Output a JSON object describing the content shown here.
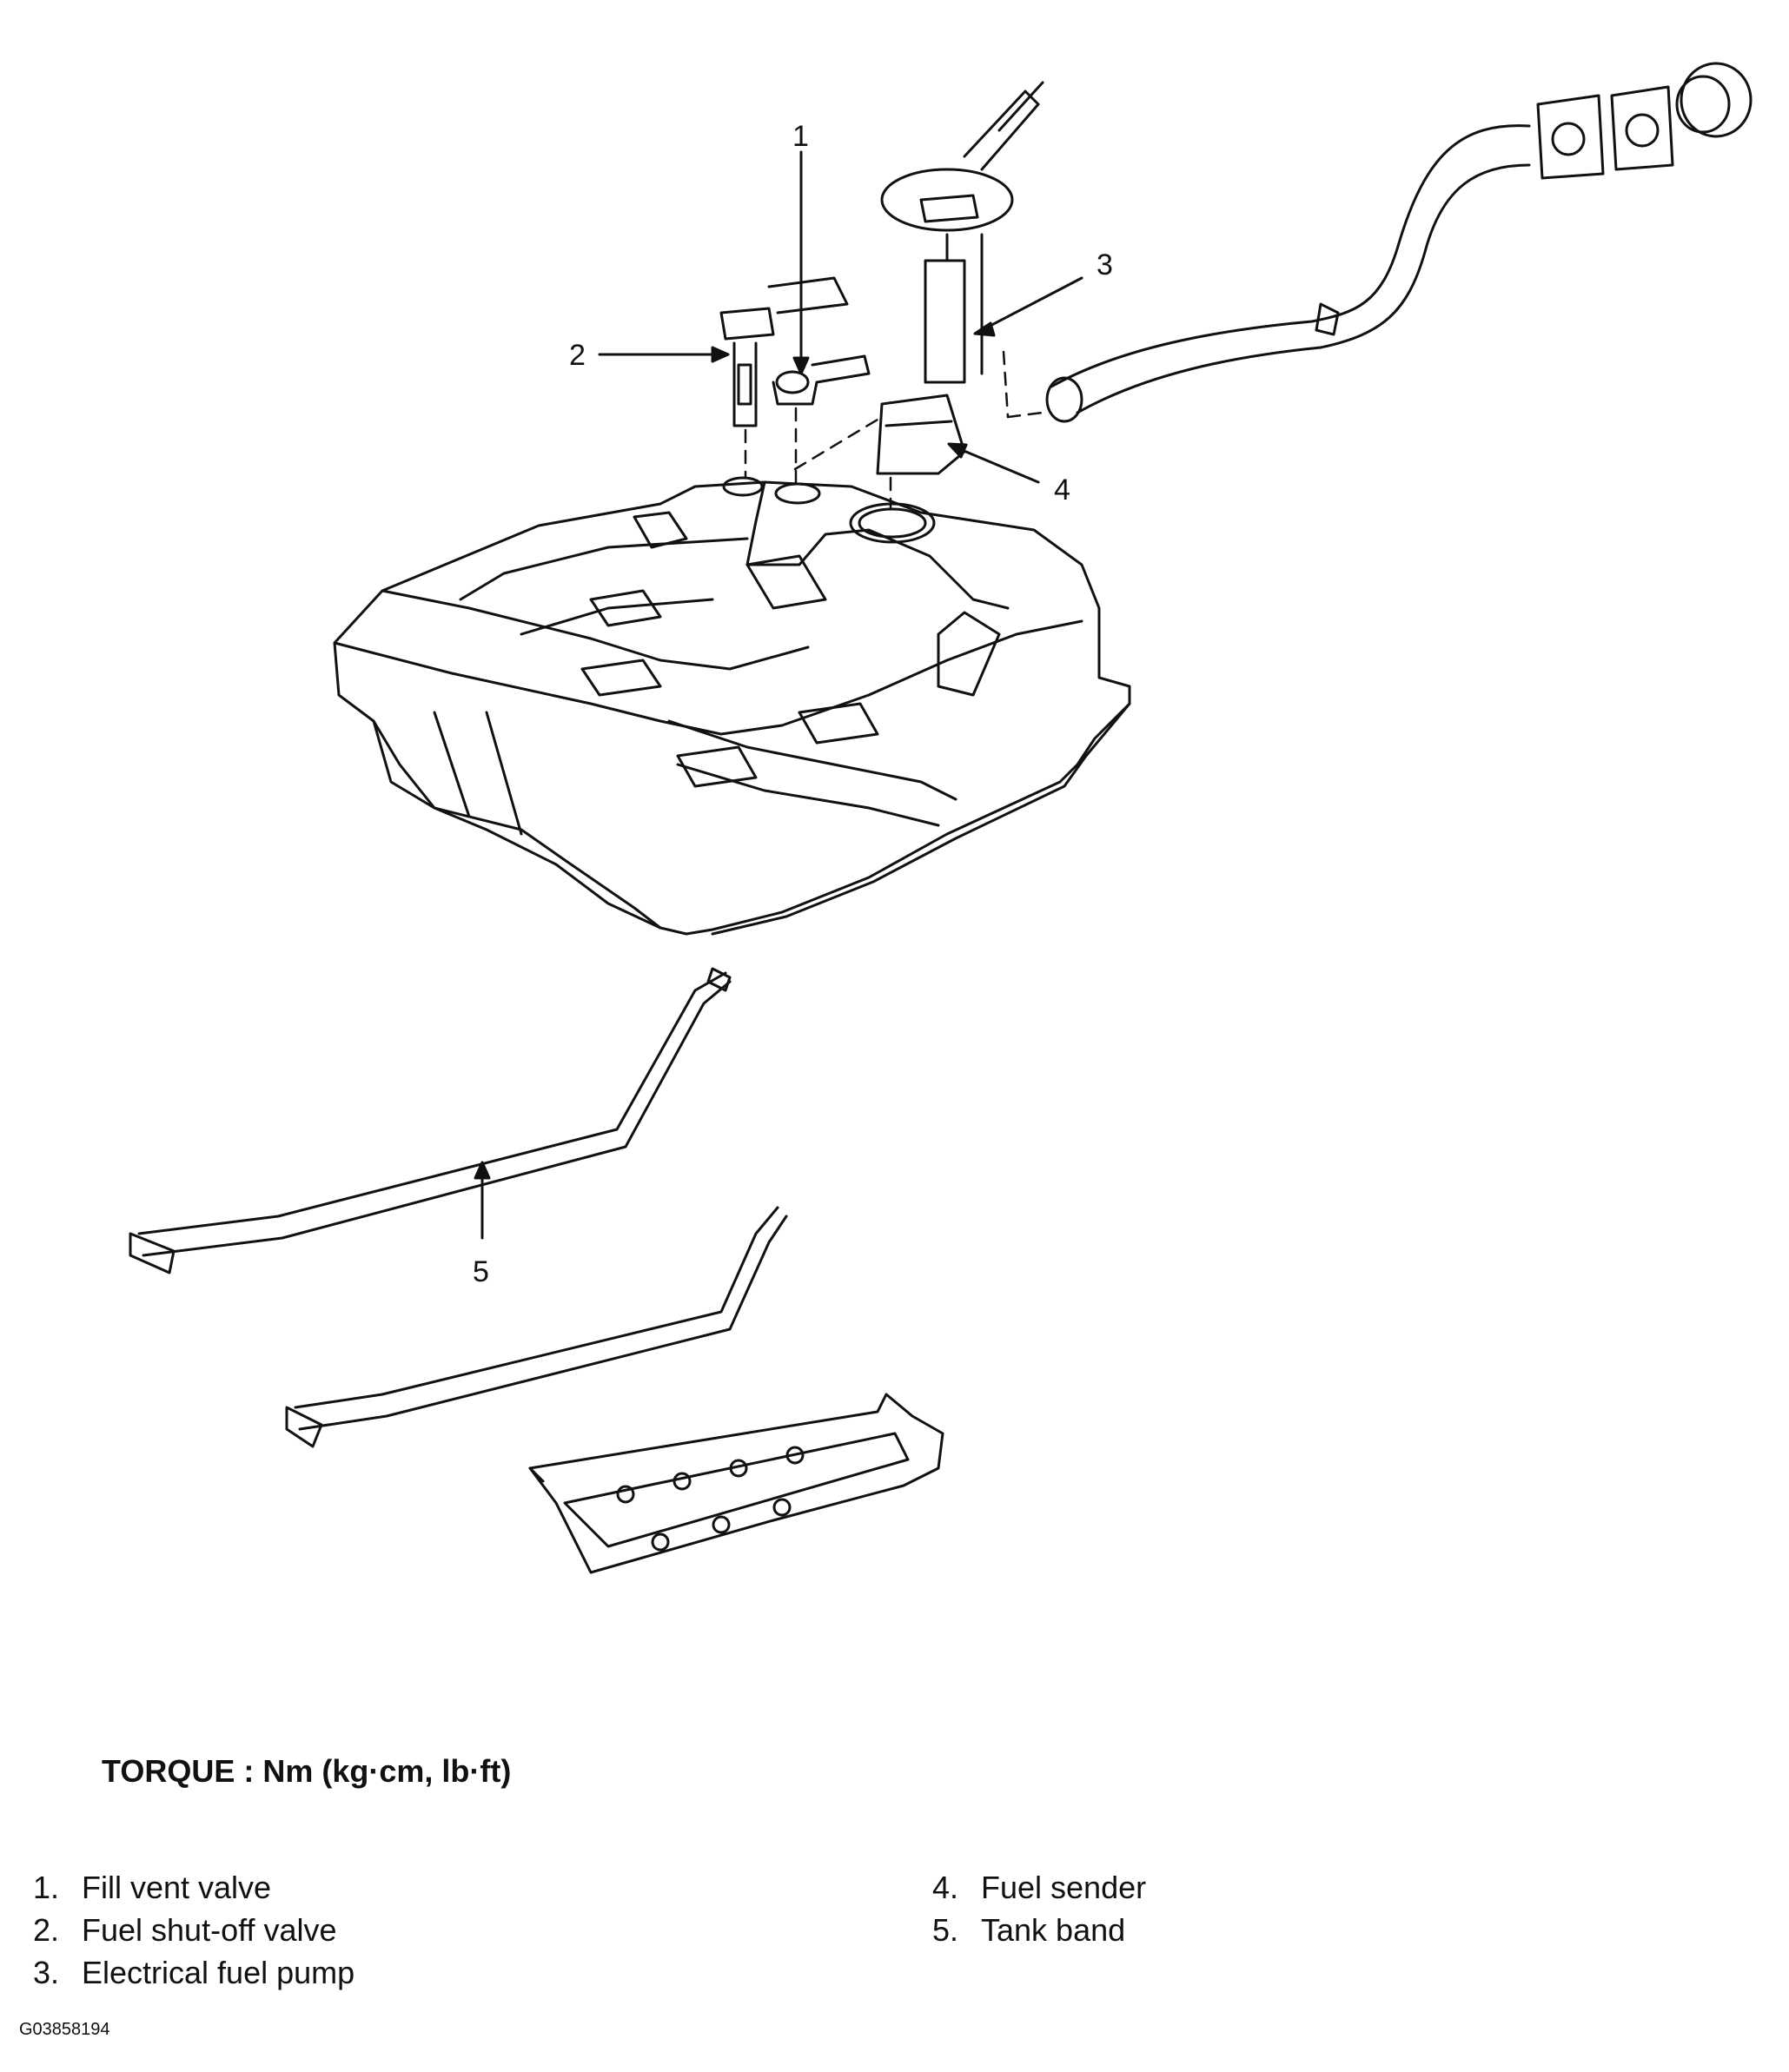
{
  "callouts": [
    {
      "number": "1"
    },
    {
      "number": "2"
    },
    {
      "number": "3"
    },
    {
      "number": "4"
    },
    {
      "number": "5"
    }
  ],
  "torque_heading": "TORQUE : Nm (kg·cm, lb·ft)",
  "legend": {
    "left": [
      {
        "number": "1.",
        "label": "Fill vent valve"
      },
      {
        "number": "2.",
        "label": "Fuel shut-off valve"
      },
      {
        "number": "3.",
        "label": "Electrical fuel pump"
      }
    ],
    "right": [
      {
        "number": "4.",
        "label": "Fuel sender"
      },
      {
        "number": "5.",
        "label": "Tank band"
      }
    ]
  },
  "figure_id": "G03858194",
  "colors": {
    "ink": "#111111",
    "background": "#ffffff"
  }
}
